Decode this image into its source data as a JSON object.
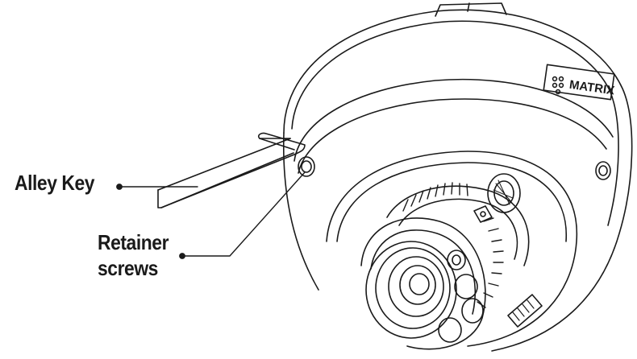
{
  "labels": {
    "allen_key": "Alley Key",
    "retainer_line1": "Retainer",
    "retainer_line2": "screws"
  },
  "brand": {
    "text": "MATRIX"
  },
  "colors": {
    "line": "#1a1a1a",
    "background": "#ffffff"
  }
}
